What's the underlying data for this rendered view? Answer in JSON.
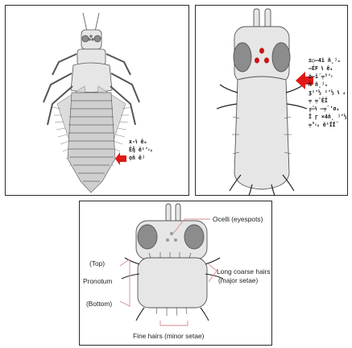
{
  "panel_a": {
    "garbled_label_lines": [
      "x-ꝇ ê₀",
      "Êŋ̊ ë¹ʼᵡ₄",
      "ọñ êʲ"
    ]
  },
  "panel_b": {
    "garbled_label_lines": [
      "±○–4ĭ ñ̥ʲ₄",
      "–ÉF ꝇ ê₄",
      "ȯ–ḯ ╤̃¹ʼᵡ",
      "Ñ ñ̥ʲ₄",
      "ʒ¹ʼ½ ¹ʼ½ ꝇ ₄",
      "╤ ╤̃ ÊÏ",
      "╔̃–ꝇ –╤̄ ʼσ₄",
      "Ï ɼ ×4ñ̥ ʲʼ½",
      "╤̃ʼᵡ₄ ë¹ÏÏ̄"
    ]
  },
  "panel_c": {
    "labels": {
      "ocelli": "Ocelli (eyespots)",
      "top": "(Top)",
      "pronotum": "Pronotum",
      "bottom": "(Bottom)",
      "long_hairs_1": "Long coarse hairs",
      "long_hairs_2": "(major setae)",
      "fine_hairs": "Fine hairs (minor setae)"
    }
  },
  "colors": {
    "arrow_red": "#e01818",
    "ocelli_red": "#c81414",
    "eye_gray": "#8c8c8c",
    "body_gray": "#e6e6e6",
    "segment_gray": "#cfcfcf",
    "outline": "#555555",
    "bracket_orange": "#d98a8a"
  }
}
